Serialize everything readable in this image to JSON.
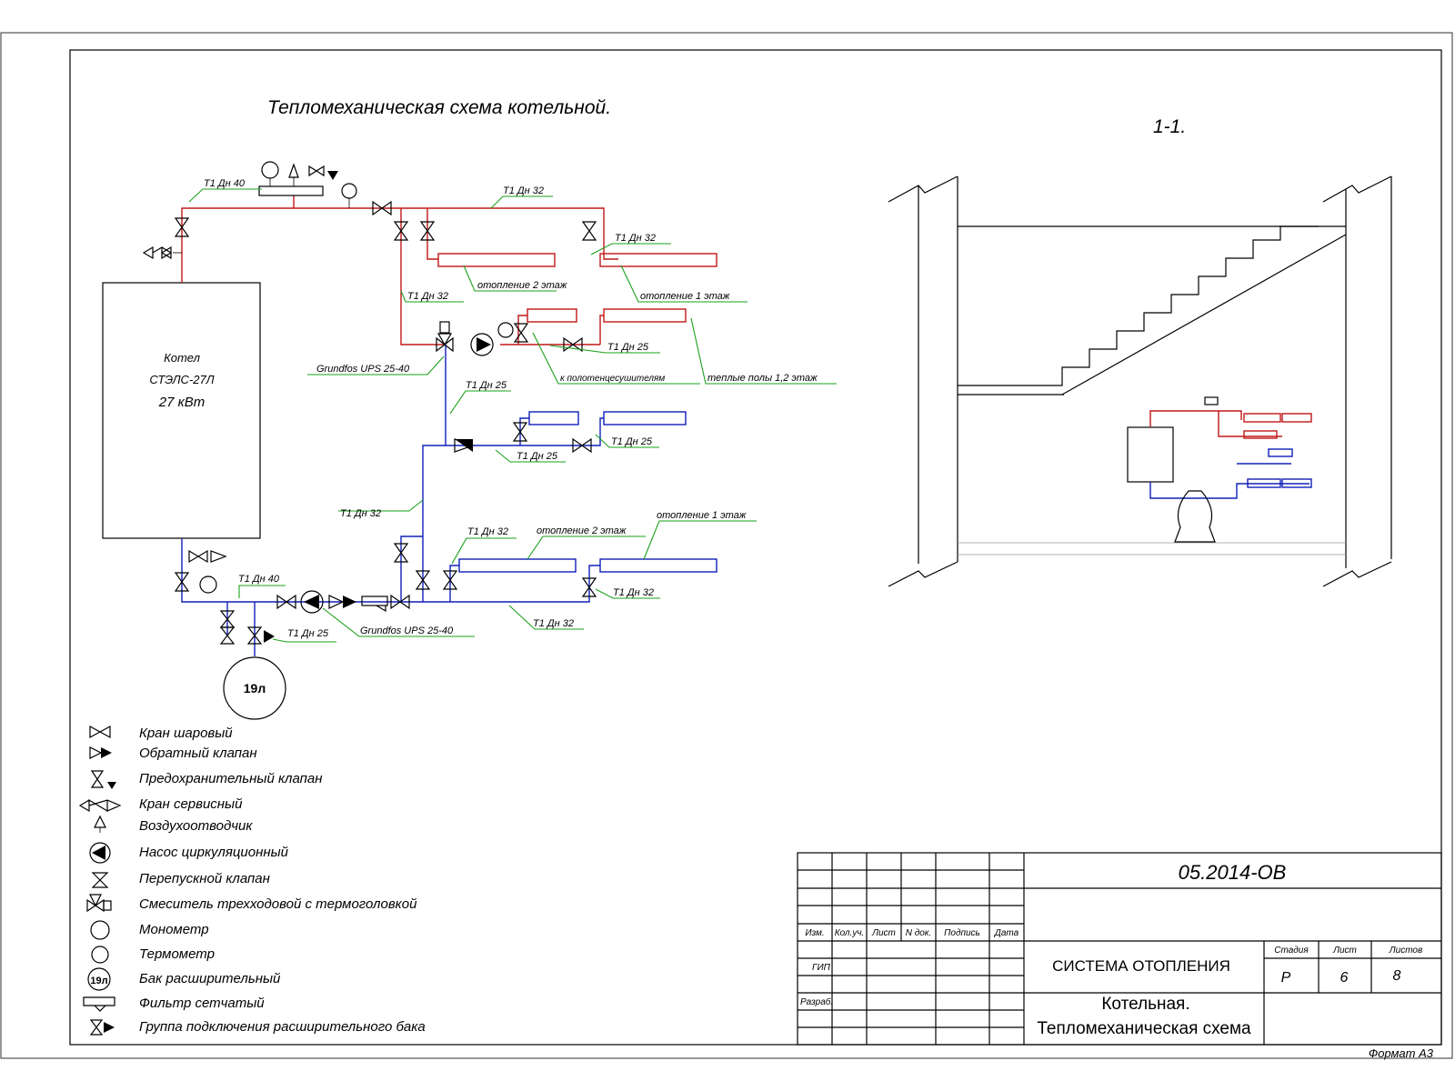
{
  "drawing": {
    "title": "Тепломеханическая схема котельной.",
    "section_label": "1-1.",
    "boiler": {
      "line1": "Котел",
      "line2": "СТЭЛС-27Л",
      "line3": "27 кВт"
    },
    "tank_label": "19л",
    "pipe_labels": {
      "t1_dn40_top": "Т1 Дн 40",
      "t1_dn32_top": "Т1 Дн 32",
      "t1_dn32_riser": "Т1 Дн 32",
      "t1_dn32_left": "Т1 Дн 32",
      "t1_dn25_a": "Т1 Дн 25",
      "t1_dn25_b": "Т1 Дн 25",
      "t1_dn25_c": "Т1 Дн 25",
      "t1_dn25_d": "Т1 Дн 25",
      "t1_dn32_mid": "Т1 Дн 32",
      "t1_dn32_bl": "Т1 Дн 32",
      "t1_dn32_br": "Т1 Дн 32",
      "t1_dn32_bottom": "Т1 Дн 32",
      "t1_dn40_bottom": "Т1 Дн 40",
      "t1_dn25_tank": "Т1 Дн 25"
    },
    "circuit_labels": {
      "heating_2_top": "отопление 2 этаж",
      "heating_1_top": "отопление 1 этаж",
      "towel_dryers": "к полотенцесушителям",
      "warm_floors": "теплые полы 1,2 этаж",
      "heating_2_bottom": "отопление 2 этаж",
      "heating_1_bottom": "отопление 1 этаж"
    },
    "pump_label_top": "Grundfos UPS 25-40",
    "pump_label_bottom": "Grundfos UPS 25-40"
  },
  "legend": [
    {
      "icon": "ball-valve-icon",
      "label": "Кран шаровый"
    },
    {
      "icon": "check-valve-icon",
      "label": "Обратный клапан"
    },
    {
      "icon": "safety-valve-icon",
      "label": "Предохранительный  клапан"
    },
    {
      "icon": "service-valve-icon",
      "label": "Кран сервисный"
    },
    {
      "icon": "air-vent-icon",
      "label": "Воздухоотводчик"
    },
    {
      "icon": "circulation-pump-icon",
      "label": "Насос циркуляционный"
    },
    {
      "icon": "bypass-valve-icon",
      "label": "Перепускной клапан"
    },
    {
      "icon": "three-way-mixer-icon",
      "label": "Смеситель трехходовой с термоголовкой"
    },
    {
      "icon": "pressure-gauge-icon",
      "label": "Монометр"
    },
    {
      "icon": "thermometer-icon",
      "label": "Термометр"
    },
    {
      "icon": "expansion-tank-icon",
      "label": "Бак расширительный"
    },
    {
      "icon": "mesh-filter-icon",
      "label": "Фильтр сетчатый"
    },
    {
      "icon": "tank-connection-group-icon",
      "label": "Группа подключения расширительного бака"
    }
  ],
  "title_block": {
    "doc_code": "05.2014-ОВ",
    "headers": {
      "izm": "Изм.",
      "kol": "Кол.уч.",
      "list": "Лист",
      "ndok": "N док.",
      "podpis": "Подпись",
      "data": "Дата"
    },
    "roles": {
      "gip": "ГИП",
      "razrab": "Разраб."
    },
    "system_name": "СИСТЕМА ОТОПЛЕНИЯ",
    "sheet_name_1": "Котельная.",
    "sheet_name_2": "Тепломеханическая схема",
    "stage_header": "Стадия",
    "sheet_header": "Лист",
    "sheets_header": "Листов",
    "stage": "Р",
    "sheet": "6",
    "sheets": "8"
  },
  "format_label": "Формат А3",
  "colors": {
    "supply": "#c01818",
    "return": "#1020b8",
    "leader": "#1aa01a"
  }
}
